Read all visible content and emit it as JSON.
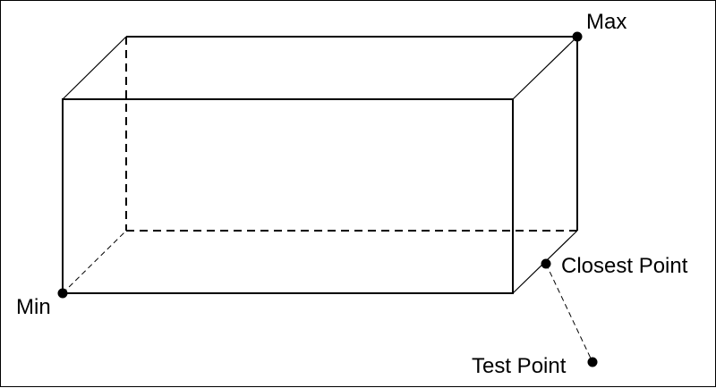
{
  "labels": {
    "max": "Max",
    "min": "Min",
    "closest_point": "Closest Point",
    "test_point": "Test Point"
  },
  "colors": {
    "stroke": "#000000",
    "background": "#ffffff"
  }
}
